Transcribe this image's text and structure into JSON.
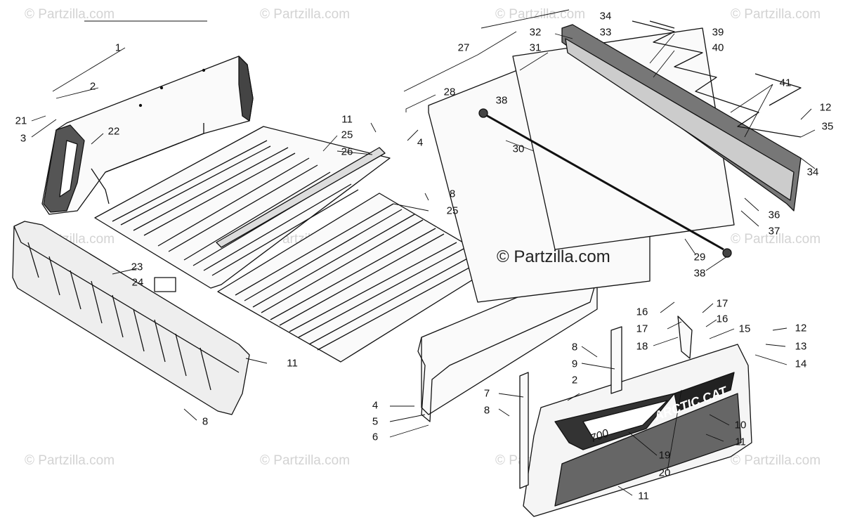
{
  "watermark": "© Partzilla.com",
  "center_watermark": "© Partzilla.com",
  "brand_decal": "ARCTIC CAT",
  "model_decal": "700",
  "callouts": [
    "1",
    "2",
    "3",
    "21",
    "22",
    "23",
    "24",
    "8",
    "11",
    "25",
    "26",
    "11",
    "8",
    "25",
    "4",
    "28",
    "27",
    "38",
    "30",
    "31",
    "32",
    "33",
    "34",
    "39",
    "40",
    "41",
    "12",
    "35",
    "34",
    "36",
    "37",
    "29",
    "38",
    "4",
    "5",
    "6",
    "7",
    "8",
    "2",
    "8",
    "9",
    "16",
    "17",
    "16",
    "17",
    "18",
    "15",
    "12",
    "13",
    "14",
    "10",
    "11",
    "19",
    "20",
    "11"
  ]
}
